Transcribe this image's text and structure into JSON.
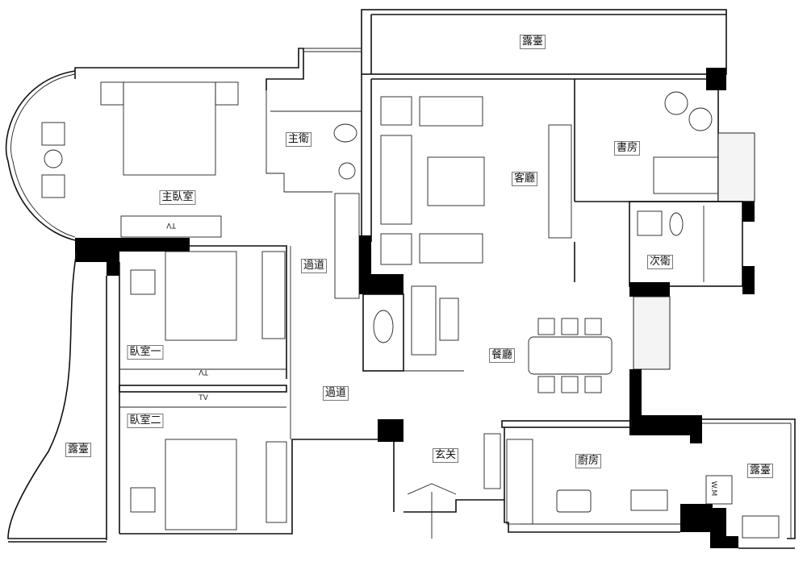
{
  "rooms": {
    "balcony_top": "露臺",
    "master_bath": "主衛",
    "living_room": "客廳",
    "study": "書房",
    "master_bedroom": "主臥室",
    "corridor_1": "過道",
    "second_bath": "次衛",
    "bedroom_1": "臥室一",
    "dining_room": "餐廳",
    "corridor_2": "過道",
    "bedroom_2": "臥室二",
    "balcony_left": "露臺",
    "entrance": "玄关",
    "kitchen": "廚房",
    "balcony_right": "露臺"
  },
  "fixtures": {
    "tv_master": "TV",
    "tv_bedroom_1": "TV",
    "tv_bedroom_2": "TV",
    "washing_machine": "W.M"
  }
}
